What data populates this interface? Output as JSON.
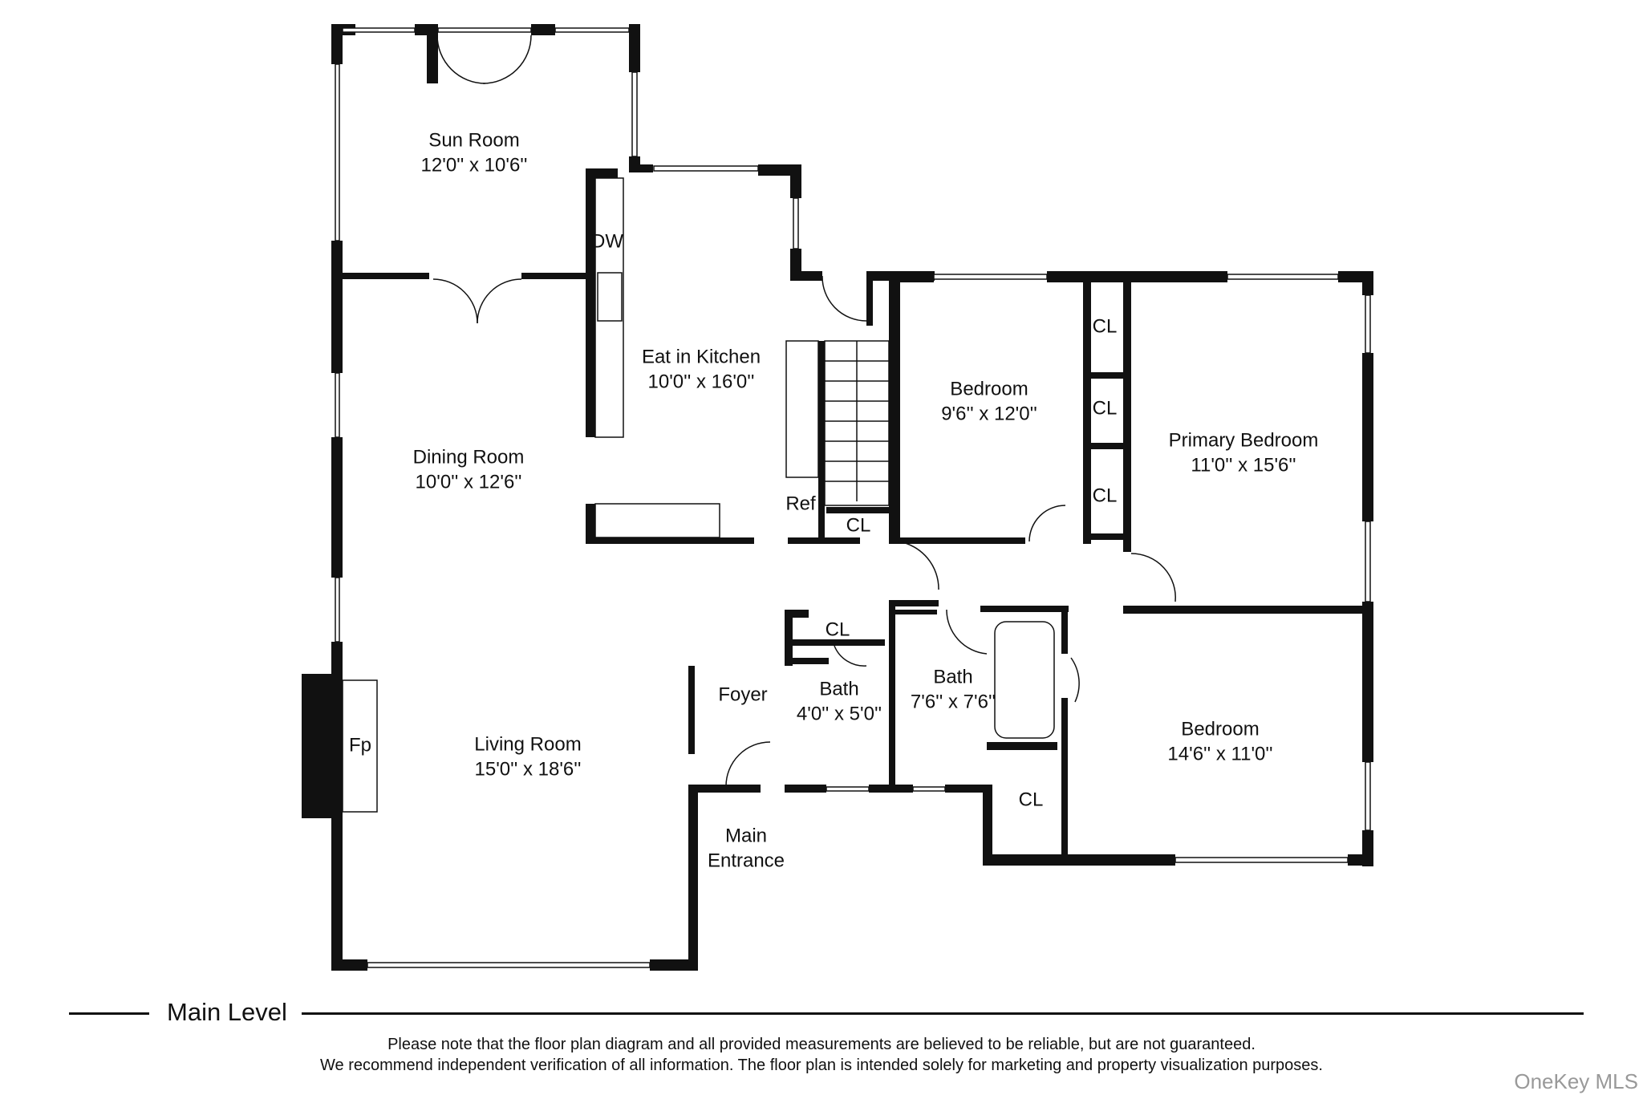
{
  "rooms": [
    {
      "name": "Sun Room",
      "dim": "12'0'' x 10'6''"
    },
    {
      "name": "Eat in Kitchen",
      "dim": "10'0'' x 16'0''"
    },
    {
      "name": "Dining Room",
      "dim": "10'0'' x 12'6''"
    },
    {
      "name": "Living Room",
      "dim": "15'0'' x 18'6''"
    },
    {
      "name": "Bedroom",
      "dim": "9'6'' x 12'0''"
    },
    {
      "name": "Primary Bedroom",
      "dim": "11'0'' x 15'6''"
    },
    {
      "name": "Bath",
      "dim": "4'0'' x 5'0''"
    },
    {
      "name": "Bath",
      "dim": "7'6'' x 7'6''"
    },
    {
      "name": "Bedroom",
      "dim": "14'6'' x 11'0''"
    }
  ],
  "fixtures": {
    "dw": "DW",
    "ref": "Ref",
    "fp": "Fp",
    "cl": "CL",
    "foyer": "Foyer",
    "entrance_line1": "Main",
    "entrance_line2": "Entrance"
  },
  "level_label": "Main Level",
  "disclaimer_line1": "Please note that the floor plan diagram and all provided measurements are believed to be reliable, but are not guaranteed.",
  "disclaimer_line2": "We recommend independent verification of all information. The floor plan is intended solely for marketing and property visualization purposes.",
  "watermark": "OneKey MLS",
  "colors": {
    "wall": "#111111",
    "watermark": "#999999"
  }
}
